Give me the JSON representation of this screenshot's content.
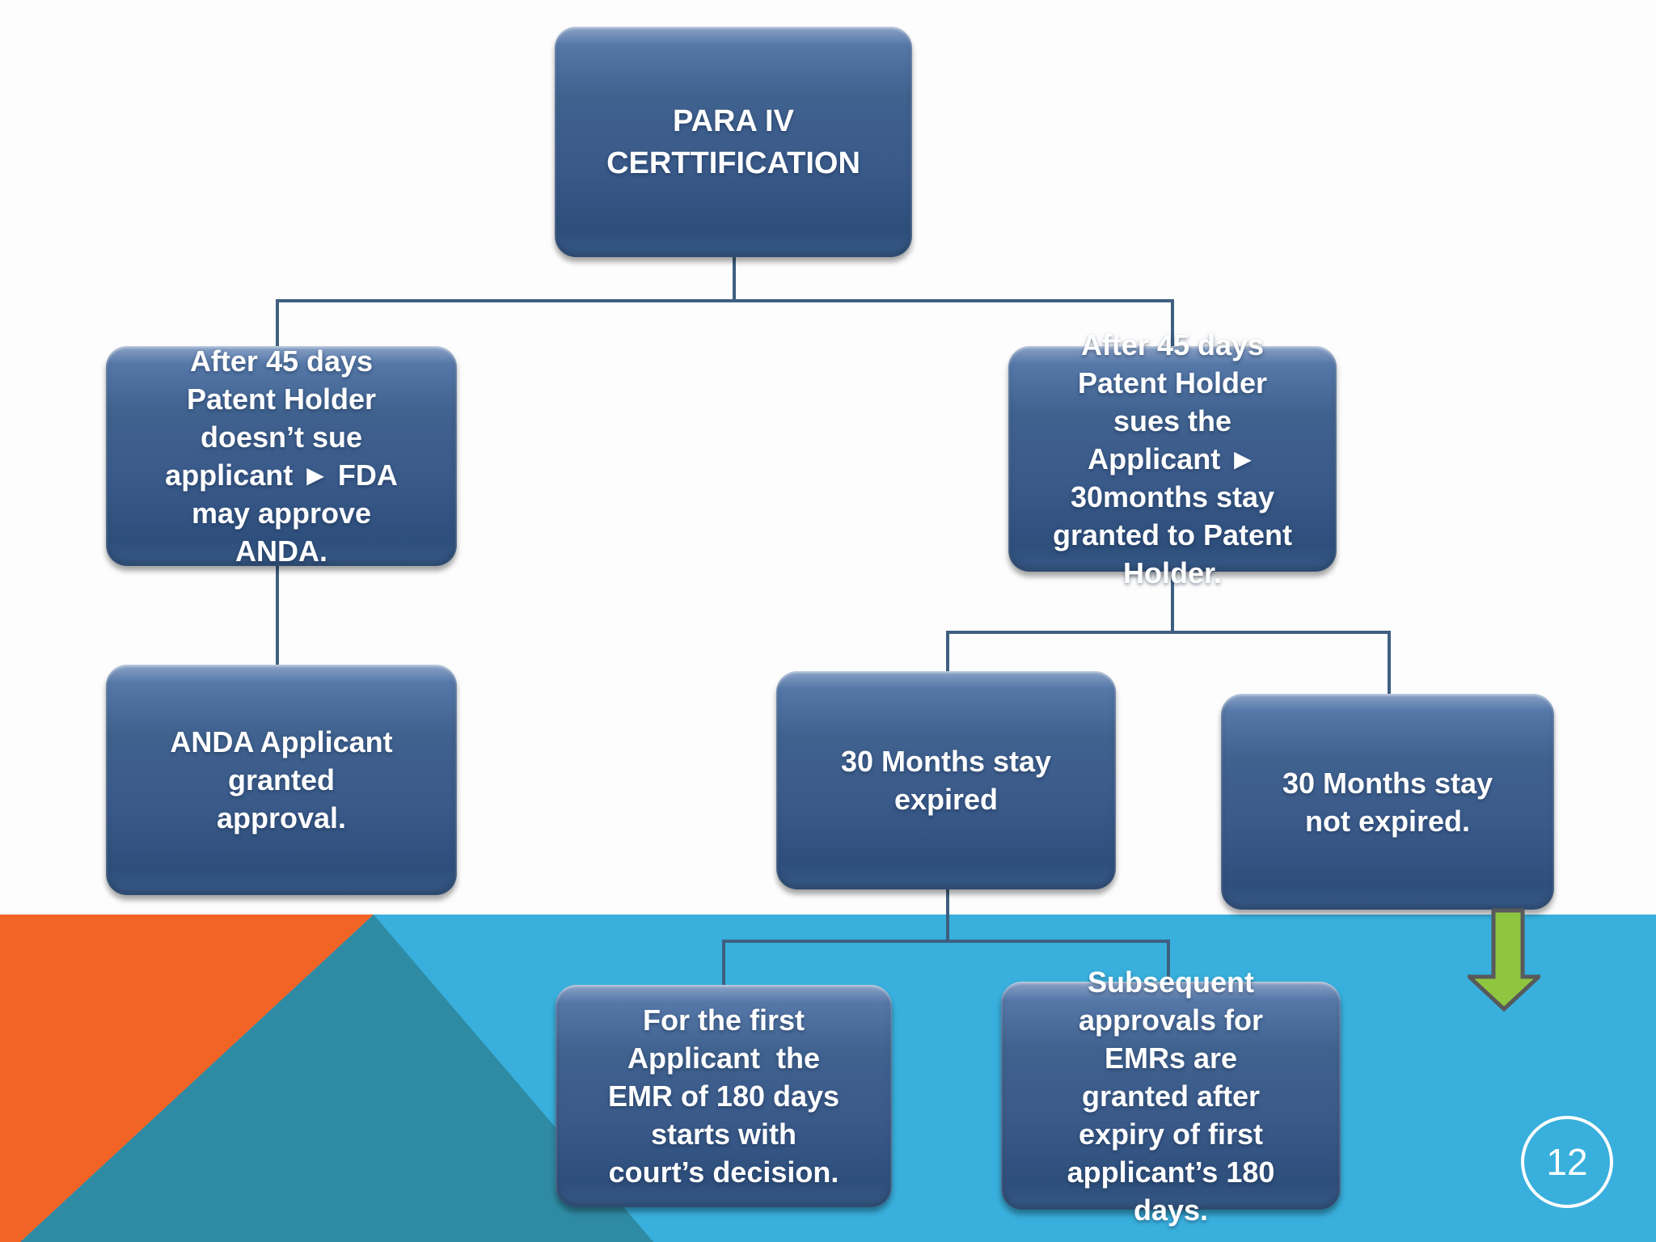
{
  "slide": {
    "page_number": "12",
    "colors": {
      "band_cyan": "#38afdc",
      "band_teal": "#2f8ba4",
      "band_orange": "#f26426",
      "node_fill_top": "#7391bc",
      "node_fill_bottom": "#2b4a76",
      "connector": "#3f5f80",
      "arrow_green": "#8fc640",
      "arrow_outline": "#58595b",
      "text": "#ffffff"
    }
  },
  "diagram": {
    "nodes": {
      "root": {
        "label": "PARA IV\nCERTTIFICATION"
      },
      "no_suit": {
        "label": "After 45 days\nPatent Holder\ndoesn’t sue\napplicant ► FDA\nmay approve\nANDA."
      },
      "anda_approved": {
        "label": "ANDA Applicant\ngranted\napproval."
      },
      "suit": {
        "label": "After 45 days\nPatent Holder\nsues the\nApplicant ►\n30months stay\ngranted to Patent\nHolder."
      },
      "stay_expired": {
        "label": "30 Months stay\nexpired"
      },
      "stay_not_expired": {
        "label": "30 Months stay\nnot expired."
      },
      "first_applicant_emr": {
        "label": "For the first\nApplicant  the\nEMR of 180 days\nstarts with\ncourt’s decision."
      },
      "subsequent_approvals": {
        "label": "Subsequent\napprovals for\nEMRs are\ngranted after\nexpiry of first\napplicant’s 180\ndays."
      }
    }
  }
}
